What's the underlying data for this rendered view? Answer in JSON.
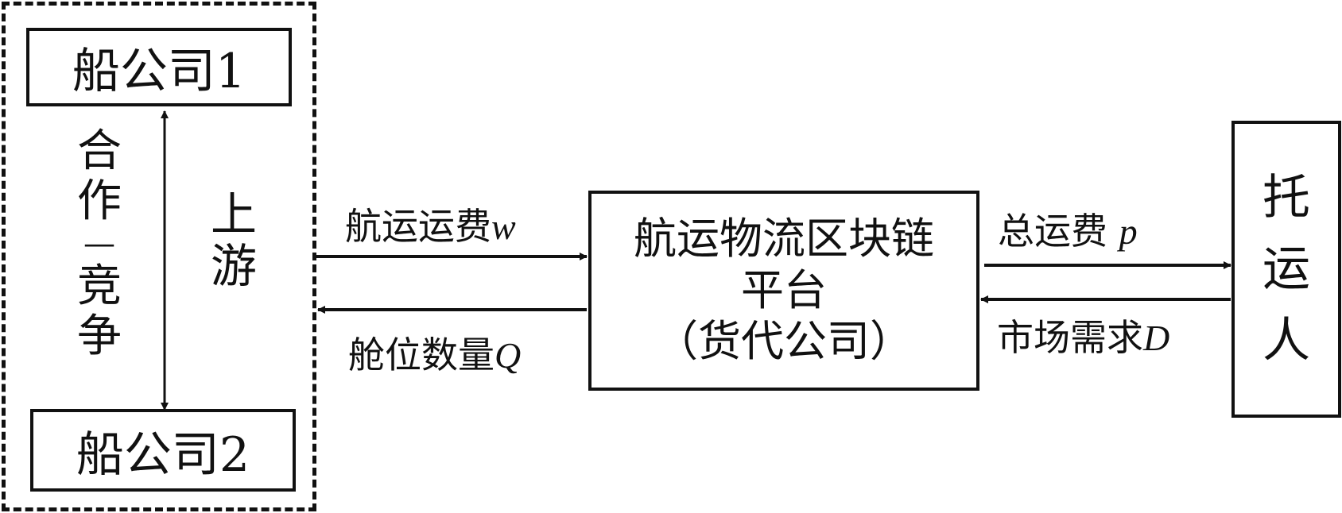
{
  "upstream": {
    "group_label": "上游",
    "relation_label": [
      "合",
      "作",
      "—",
      "竞",
      "争"
    ],
    "company1": "船公司1",
    "company2": "船公司2"
  },
  "platform": {
    "line1": "航运物流区块链",
    "line2": "平台",
    "line3": "（货代公司）"
  },
  "shipper": [
    "托",
    "运",
    "人"
  ],
  "flows": {
    "freight_w": {
      "text": "航运运费",
      "var": "w"
    },
    "slots_q": {
      "text": "舱位数量",
      "var": "Q"
    },
    "total_p": {
      "text": "总运费 ",
      "var": "p"
    },
    "demand_d": {
      "text": "市场需求",
      "var": "D"
    }
  }
}
